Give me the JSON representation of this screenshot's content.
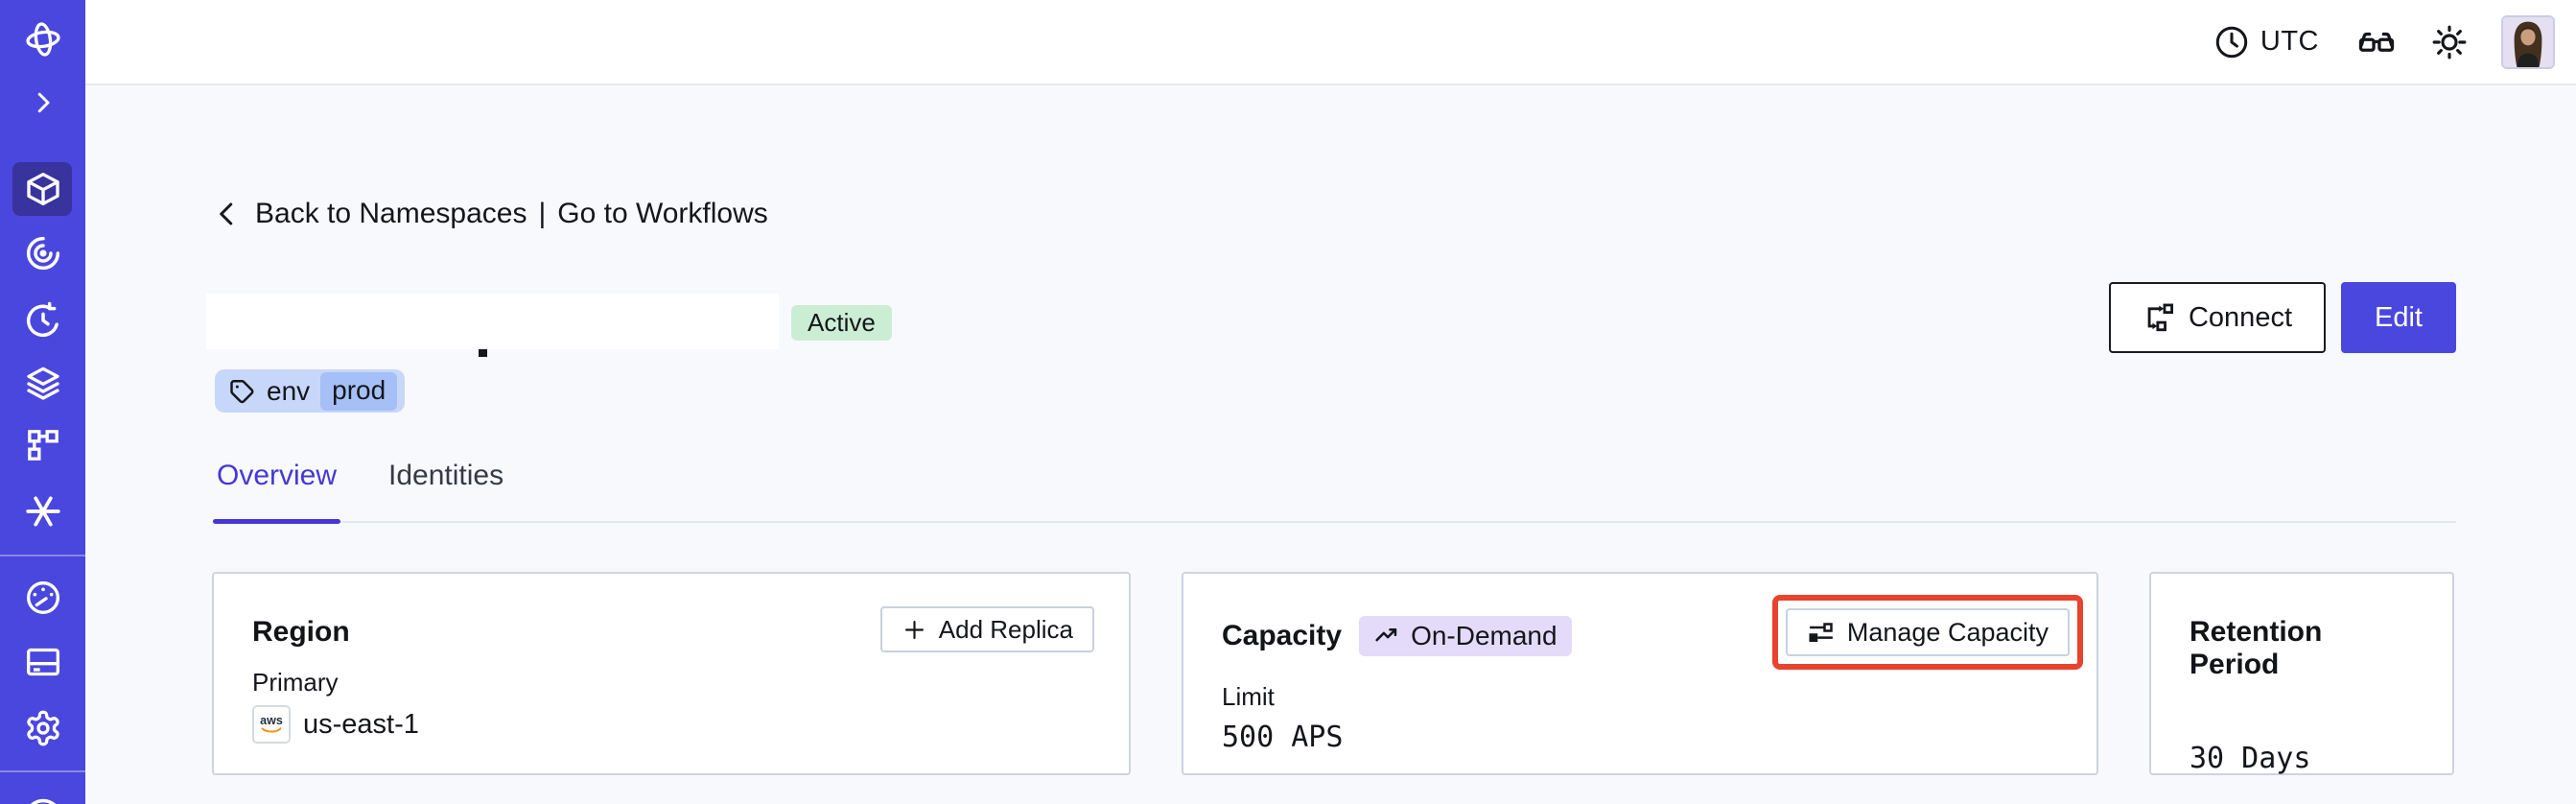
{
  "colors": {
    "sidebar_bg": "#4A47DE",
    "sidebar_active_bg": "#39339E",
    "accent_indigo": "#4537D6",
    "edit_button_bg": "#4A47DE",
    "active_badge_bg": "#CBEDD4",
    "tag_bg": "#C7D7FA",
    "tag_inner_bg": "#A5C0F6",
    "ondemand_badge_bg": "#E4DBFA",
    "highlight_red": "#E8432D",
    "card_border": "#CDD3E0",
    "content_bg": "#F8F9FC"
  },
  "topbar": {
    "timezone_label": "UTC",
    "icons": [
      "clock-icon",
      "glasses-icon",
      "sun-icon"
    ],
    "avatar": "user-avatar"
  },
  "sidebar": {
    "icons": [
      "temporal-logo-icon",
      "chevron-right-icon",
      "namespaces-cube-icon",
      "workflows-spiral-icon",
      "schedules-clock-icon",
      "queues-layers-icon",
      "deployments-branch-icon",
      "nexus-asterisk-icon",
      "usage-gauge-icon",
      "billing-card-icon",
      "settings-gear-icon",
      "account-circle-icon"
    ],
    "active_item": "namespaces"
  },
  "breadcrumb": {
    "back_label": "Back to Namespaces",
    "separator": "|",
    "forward_label": "Go to Workflows"
  },
  "namespace": {
    "status_badge": "Active",
    "tag_key": "env",
    "tag_value": "prod"
  },
  "actions": {
    "connect_label": "Connect",
    "edit_label": "Edit"
  },
  "tabs": [
    {
      "label": "Overview",
      "active": true
    },
    {
      "label": "Identities",
      "active": false
    }
  ],
  "cards": {
    "region": {
      "title": "Region",
      "action_label": "Add Replica",
      "field_label": "Primary",
      "provider": "aws",
      "value": "us-east-1"
    },
    "capacity": {
      "title": "Capacity",
      "badge": "On-Demand",
      "action_label": "Manage Capacity",
      "action_highlighted": true,
      "field_label": "Limit",
      "value": "500 APS"
    },
    "retention": {
      "title": "Retention Period",
      "value": "30 Days"
    }
  }
}
